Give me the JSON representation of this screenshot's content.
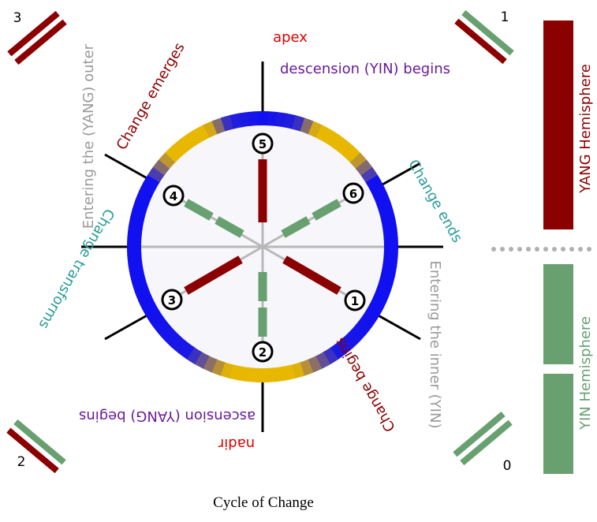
{
  "colors": {
    "yang": "#8b0000",
    "yin": "#68a070",
    "ring_blue": "#1010f0",
    "ring_gold": "#e8b800",
    "label_red": "#e00000",
    "label_purple": "#6a1a9a",
    "label_darkred": "#8b0000",
    "label_teal": "#2a9a9a",
    "label_gray": "#9a9a9a",
    "spoke": "#b8b8b8",
    "dots": "#b0b0b0"
  },
  "labels": {
    "apex": "apex",
    "descension": "descension (YIN) begins",
    "nadir": "nadir",
    "ascension": "ascension (YANG) begins",
    "change_emerges": "Change emerges",
    "change_ends": "Change ends",
    "change_transforms": "Change transforms",
    "change_begins": "Change begins",
    "entering_outer": "Entering the (YANG) outer",
    "entering_inner": "Entering the inner (YIN)",
    "yang_hemisphere": "YANG Hemisphere",
    "yin_hemisphere": "YIN Hemisphere",
    "caption": "Cycle of Change"
  },
  "positions": [
    "1",
    "2",
    "3",
    "4",
    "5",
    "6"
  ],
  "corner_numbers": {
    "top_left": "3",
    "top_right": "1",
    "bottom_left": "2",
    "bottom_right": "0"
  }
}
